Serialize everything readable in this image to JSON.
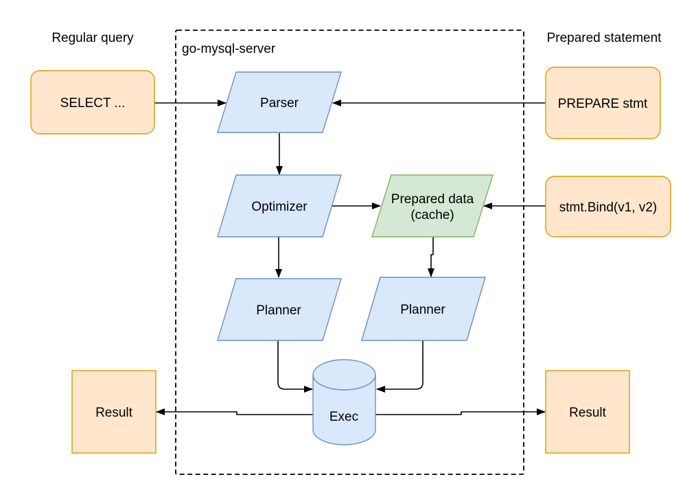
{
  "diagram": {
    "container_label": "go-mysql-server",
    "lanes": {
      "left_label": "Regular query",
      "right_label": "Prepared statement"
    },
    "nodes": {
      "select": {
        "label": "SELECT ..."
      },
      "prepare": {
        "label": "PREPARE stmt"
      },
      "bind": {
        "label": "stmt.Bind(v1, v2)"
      },
      "parser": {
        "label": "Parser"
      },
      "optimizer": {
        "label": "Optimizer"
      },
      "prepared_data": {
        "label_line1": "Prepared data",
        "label_line2": "(cache)"
      },
      "planner_left": {
        "label": "Planner"
      },
      "planner_right": {
        "label": "Planner"
      },
      "exec": {
        "label": "Exec"
      },
      "result_left": {
        "label": "Result"
      },
      "result_right": {
        "label": "Result"
      }
    },
    "colors": {
      "orange_fill": "#ffe6cc",
      "orange_stroke": "#d79b00",
      "blue_fill": "#dae8fc",
      "blue_stroke": "#6c8ebf",
      "green_fill": "#d5e8d4",
      "green_stroke": "#82b366",
      "line": "#000000",
      "text": "#000000",
      "background": "#ffffff"
    }
  }
}
